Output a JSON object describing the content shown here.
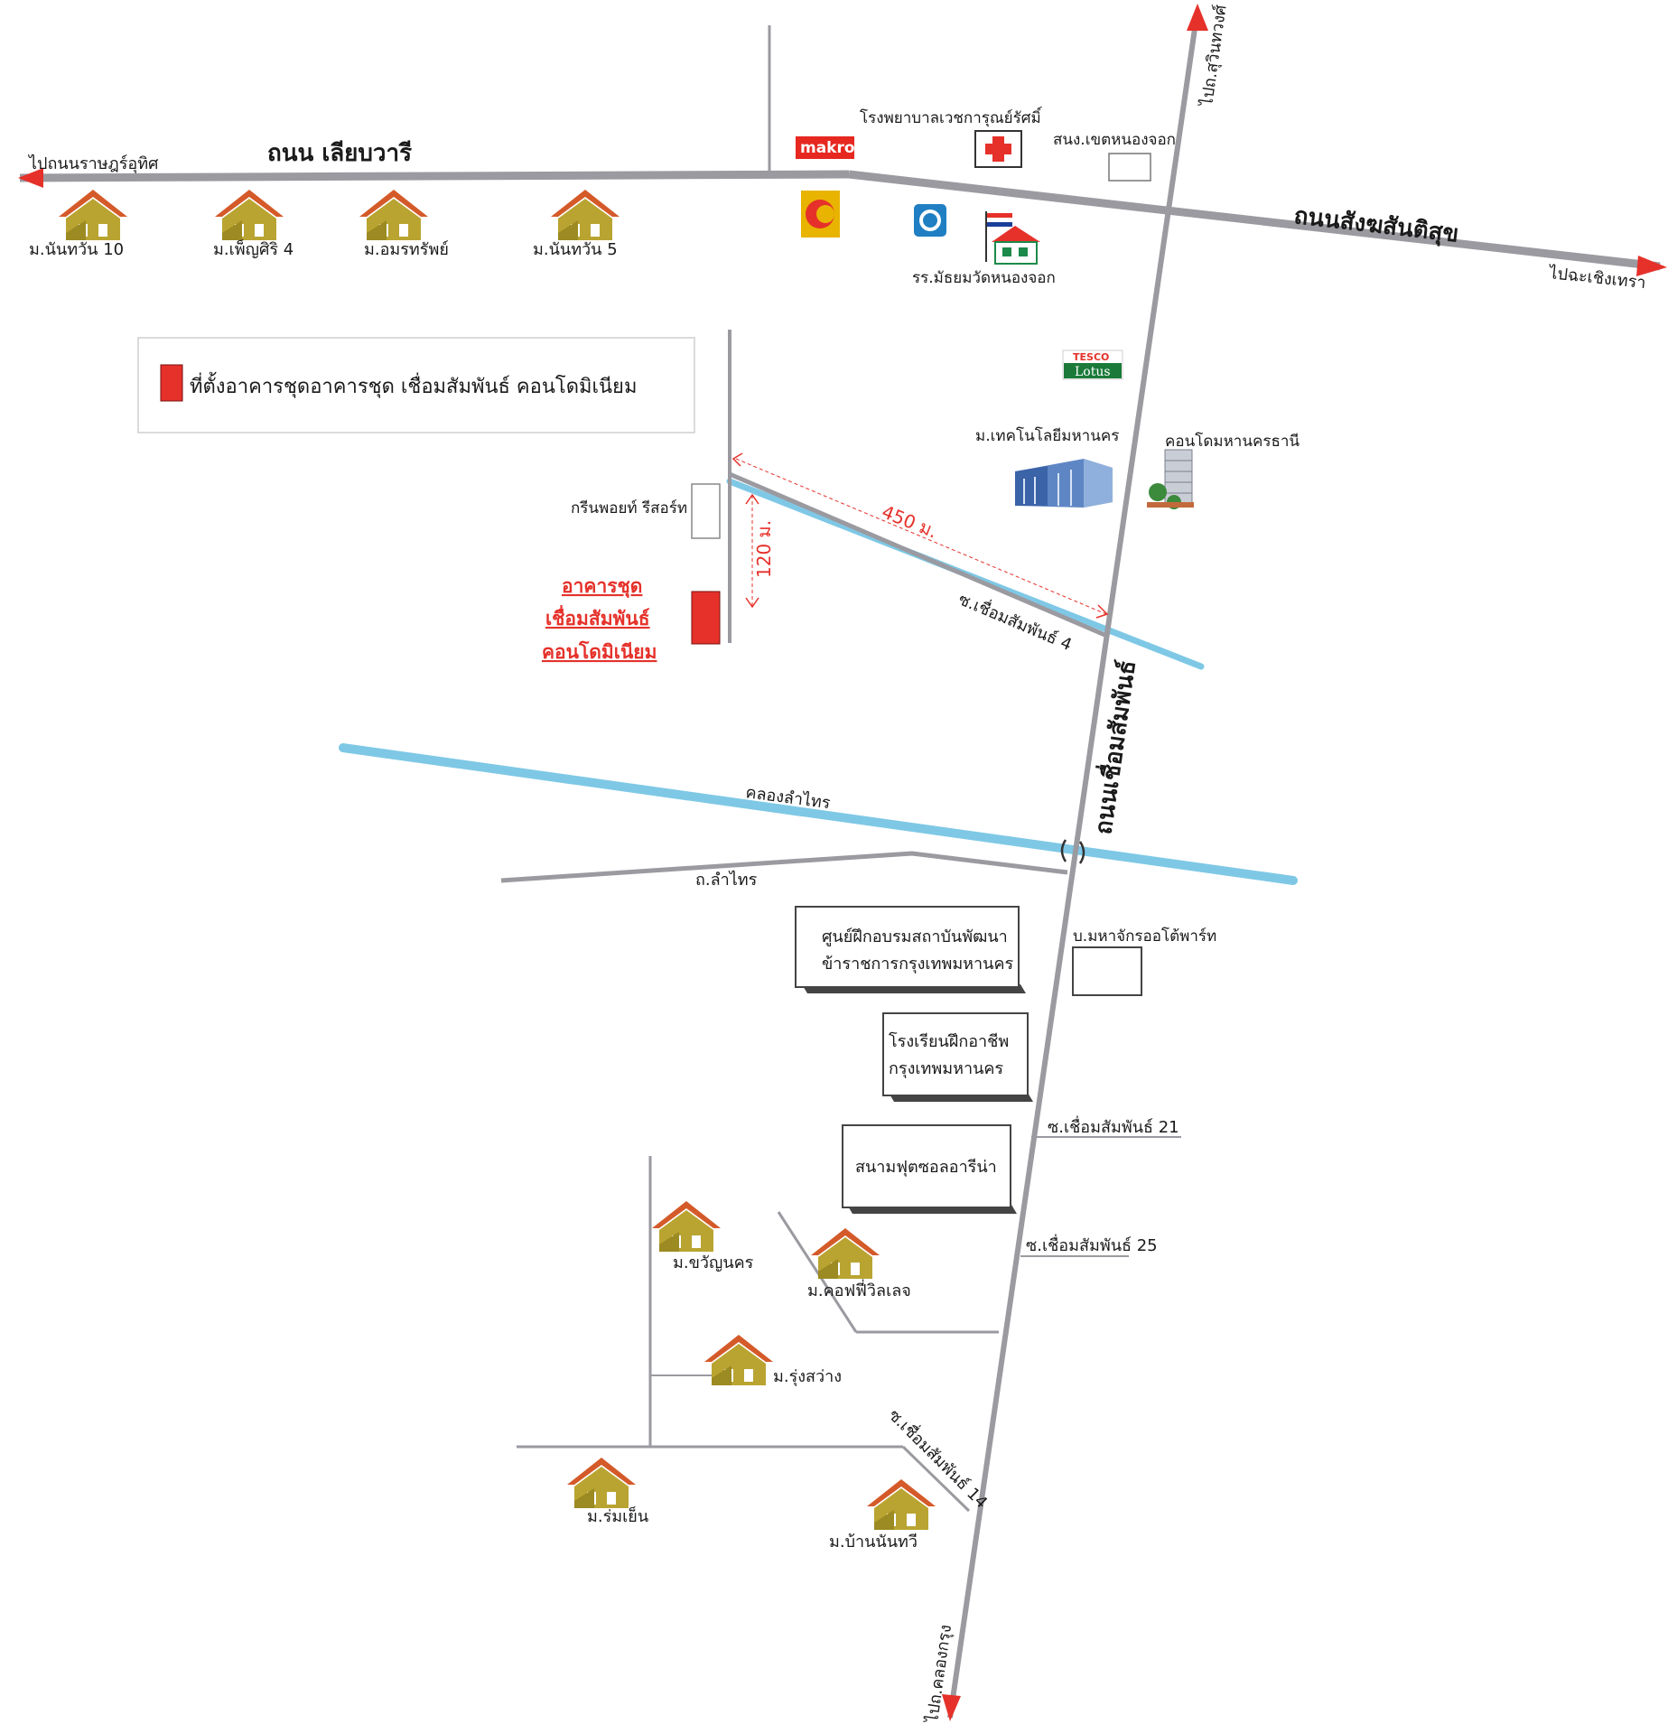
{
  "roads": {
    "liap_wari": "ถนน เลียบวารี",
    "to_ratchathit": "ไปถนนราษฎร์อุทิศ",
    "sangkhom_santisuk": "ถนนสังฆสันติสุข",
    "to_chachoengsao": "ไปฉะเชิงเทรา",
    "to_suwinthawong": "ไปถ.สุวินทวงศ์",
    "main_road": "ถนนเชื่อมสัมพันธ์",
    "to_klongkrung": "ไปถ.คลองกรุง",
    "soi_4": "ซ.เชื่อมสัมพันธ์ 4",
    "lamthai_road": "ถ.ลำไทร",
    "soi_21": "ซ.เชื่อมสัมพันธ์ 21",
    "soi_25": "ซ.เชื่อมสัมพันธ์ 25",
    "soi_14": "ซ.เชื่อมสัมพันธ์ 14"
  },
  "canal": {
    "lamthai": "คลองลำไทร"
  },
  "distances": {
    "d450": "450 ม.",
    "d120": "120 ม."
  },
  "legend": {
    "text": "ที่ตั้งอาคารชุดอาคารชุด เชื่อมสัมพันธ์ คอนโดมิเนียม"
  },
  "target": {
    "line1": "อาคารชุด",
    "line2": "เชื่อมสัมพันธ์",
    "line3": "คอนโดมิเนียม"
  },
  "pois": {
    "hospital": "โรงพยาบาลเวชการุณย์รัศมิ์",
    "district_office": "สนง.เขตหนองจอก",
    "makro": "makro",
    "school": "รร.มัธยมวัดหนองจอก",
    "tesco_top": "TESCO",
    "tesco_bottom": "Lotus",
    "tech_village": "ม.เทคโนโลยีมหานคร",
    "condo_mahanakorn": "คอนโดมหานครธานี",
    "green_point": "กรีนพอยท์ รีสอร์ท",
    "company": "บ.มหาจักรออโต้พาร์ท"
  },
  "boxes": {
    "training_1": "ศูนย์ฝึกอบรมสถาบันพัฒนา",
    "training_2": "ข้าราชการกรุงเทพมหานคร",
    "vocational_1": "โรงเรียนฝึกอาชีพ",
    "vocational_2": "กรุงเทพมหานคร",
    "futsal": "สนามฟุตซอลอารีน่า"
  },
  "villages": {
    "v1": "ม.นันทวัน 10",
    "v2": "ม.เพ็ญศิริ 4",
    "v3": "ม.อมรทรัพย์",
    "v4": "ม.นันทวัน 5",
    "v5": "ม.ขวัญนคร",
    "v6": "ม.คอฟฟี่วิลเลจ",
    "v7": "ม.รุ่งสว่าง",
    "v8": "ม.ร่มเย็น",
    "v9": "ม.บ้านนันทวี"
  },
  "colors": {
    "road": "#9a9aa0",
    "canal": "#7ec8e6",
    "target": "#e5312a",
    "house": "#b9a431",
    "house_roof": "#d45a2a"
  }
}
